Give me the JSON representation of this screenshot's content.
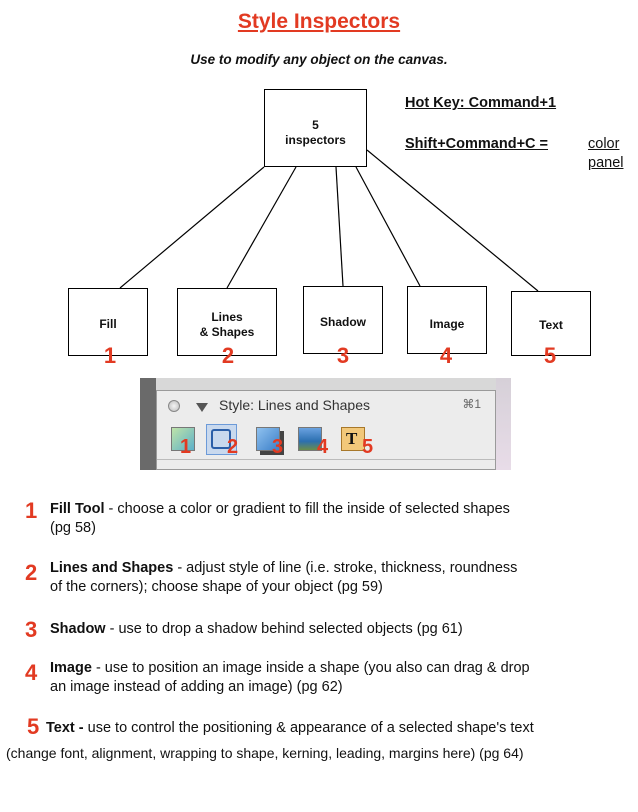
{
  "title": "Style Inspectors",
  "subtitle": "Use to modify any object on the canvas.",
  "center_box": {
    "line1": "5",
    "line2": "inspectors"
  },
  "hotkey": "Hot Key: Command+1",
  "shortcut": {
    "keys": "Shift+Command+C =",
    "value_line1": "color",
    "value_line2": "panel"
  },
  "inspectors": [
    {
      "line1": "Fill",
      "line2": "",
      "number": "1"
    },
    {
      "line1": "Lines",
      "line2": "& Shapes",
      "number": "2"
    },
    {
      "line1": "Shadow",
      "line2": "",
      "number": "3"
    },
    {
      "line1": "Image",
      "line2": "",
      "number": "4"
    },
    {
      "line1": "Text",
      "line2": "",
      "number": "5"
    }
  ],
  "panel": {
    "title": "Style: Lines and Shapes",
    "shortcut": "⌘1",
    "tool_numbers": [
      "1",
      "2",
      "3",
      "4",
      "5"
    ],
    "text_tool_glyph": "T"
  },
  "descriptions": [
    {
      "number": "1",
      "term": "Fill Tool",
      "line1": "  - choose a color or gradient to fill the inside of selected shapes",
      "line2": "(pg 58)"
    },
    {
      "number": "2",
      "term": "Lines and Shapes",
      "line1": " - adjust style of line (i.e. stroke, thickness, roundness",
      "line2": "of the corners); choose shape of your object (pg 59)"
    },
    {
      "number": "3",
      "term": "Shadow",
      "line1": " - use to drop a shadow behind selected objects (pg 61)",
      "line2": ""
    },
    {
      "number": "4",
      "term": "Image",
      "line1": " - use to position an image inside a shape (you also can drag & drop",
      "line2": "an image instead of adding an image) (pg 62)"
    },
    {
      "number": "5",
      "term": "Text -",
      "line1": " use to control the positioning & appearance of a selected shape's text",
      "line2": "(change font, alignment, wrapping to shape, kerning, leading, margins here) (pg 64)"
    }
  ],
  "colors": {
    "accent": "#e23a22"
  }
}
